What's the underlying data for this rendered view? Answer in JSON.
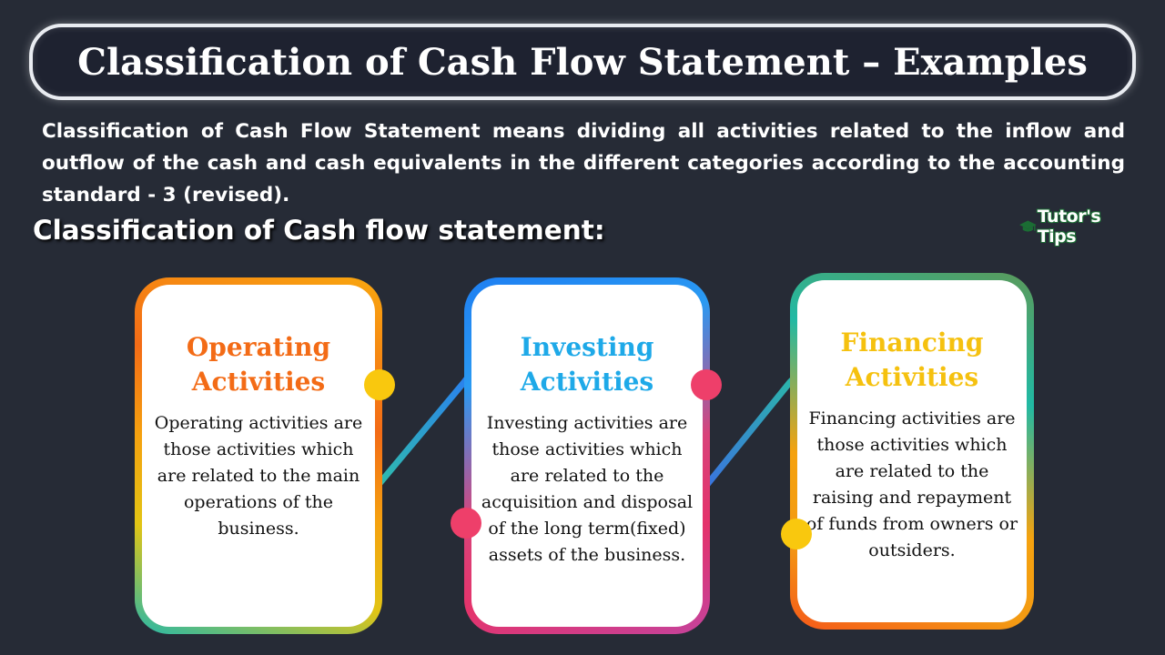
{
  "title": "Classification of Cash Flow Statement – Examples",
  "intro": "Classification of Cash Flow Statement means dividing all activities related to the inflow and outflow of the cash and cash equivalents in the different categories according to the accounting standard - 3 (revised).",
  "subheading": "Classification of Cash flow statement:",
  "logo": {
    "text": "Tutor's Tips",
    "icon": "graduation-cap-icon",
    "color": "#1b6d34"
  },
  "cards": [
    {
      "title_line1": "Operating",
      "title_line2": "Activities",
      "title_color": "#f36b16",
      "body": "Operating activities are those activities which are related to the main operations of the business."
    },
    {
      "title_line1": "Investing",
      "title_line2": "Activities",
      "title_color": "#1ea9e8",
      "body": "Investing activities are those activities which are related to the acquisition and disposal of the long term(fixed) assets of the business."
    },
    {
      "title_line1": "Financing",
      "title_line2": "Activities",
      "title_color": "#f5c10f",
      "body": "Financing activities are those activities which are related to the raising and repayment of funds from owners or outsiders."
    }
  ],
  "accent_colors": {
    "dot_yellow": "#f9c80e",
    "dot_pink": "#ee3f6a",
    "connector_teal": "#2fc0a8",
    "connector_blue": "#2a7ff0"
  }
}
